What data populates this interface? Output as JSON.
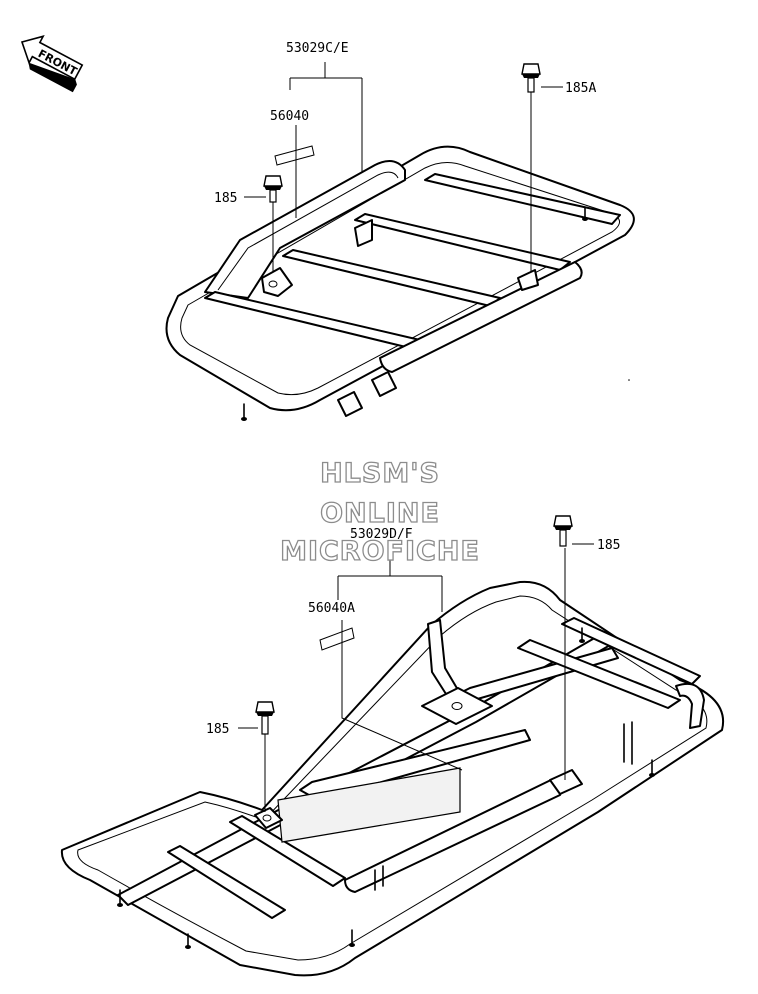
{
  "front_badge": {
    "label": "FRONT",
    "icon": "front-arrow-icon"
  },
  "watermark": [
    "HLSM'S",
    "ONLINE",
    "MICROFICHE"
  ],
  "top_assembly": {
    "rack_part": "53029C/E",
    "label_part": "56040",
    "bolt_left": "185",
    "bolt_right": "185A"
  },
  "bottom_assembly": {
    "rack_part": "53029D/F",
    "label_part": "56040A",
    "bolt_left": "185",
    "bolt_right": "185"
  }
}
